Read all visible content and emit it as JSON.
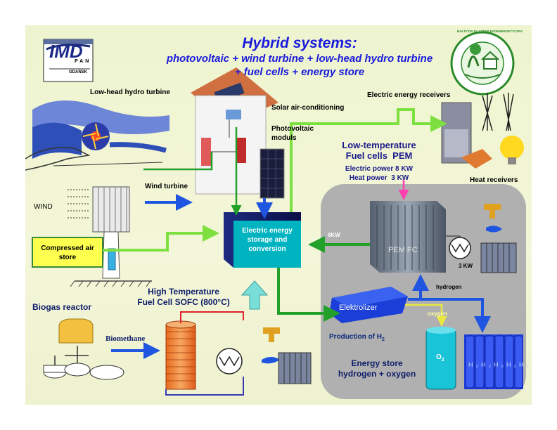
{
  "title": {
    "line1": "Hybrid systems:",
    "line2": "photovoltaic + wind turbine + low-head hydro turbine",
    "line3": "+ fuel cells + energy store"
  },
  "logos": {
    "imp_main": "IMD",
    "imp_sub1": "PAN",
    "imp_sub2": "GDAŃSK",
    "cluster_text": "BAŁTYCKI KLASTER EKOENERGETYCZNY"
  },
  "labels": {
    "hydro_turbine": "Low-head hydro turbine",
    "solar_air": "Solar air-conditioning",
    "photovoltaic": "Photovoltaic\nmoduls",
    "electric_receivers": "Electric energy receivers",
    "heat_receivers": "Heat receivers",
    "wind_turbine": "Wind turbine",
    "wind": "WIND",
    "compressed_air": "Compressed air\nstore",
    "storage_conversion": "Electric energy\nstorage and\nconversion",
    "pem_title": "Low-temperature\nFuel cells  PEM",
    "pem_power": "Electric power 8 KW\nHeat power  3 KW",
    "pem_fc": "PEM FC",
    "kw8": "8KW",
    "kw3": "3 KW",
    "hydrogen": "hydrogen",
    "elektrolizer": "Elektrolizer",
    "oxygen": "oxygen",
    "production_h2": "Production of H",
    "production_sub": "2",
    "energy_store": "Energy store\nhydrogen + oxygen",
    "o2_tank": "O",
    "o2_sub": "2",
    "h2_tanks": "H₂",
    "sofc": "High Temperature\nFuel Cell SOFC (800°C)",
    "biogas": "Biogas reactor",
    "biomethane": "Biomethane"
  },
  "colors": {
    "title": "#1a1adc",
    "flow_green": "#22a02a",
    "flow_bright_green": "#7ee040",
    "flow_blue": "#1f55e0",
    "flow_yellow": "#f2f25a",
    "flow_magenta": "#ff3fb0",
    "storage_box": "#00b3c0",
    "sofc_up_arrow": "#79ded8",
    "panel": "#b0b0b0"
  }
}
